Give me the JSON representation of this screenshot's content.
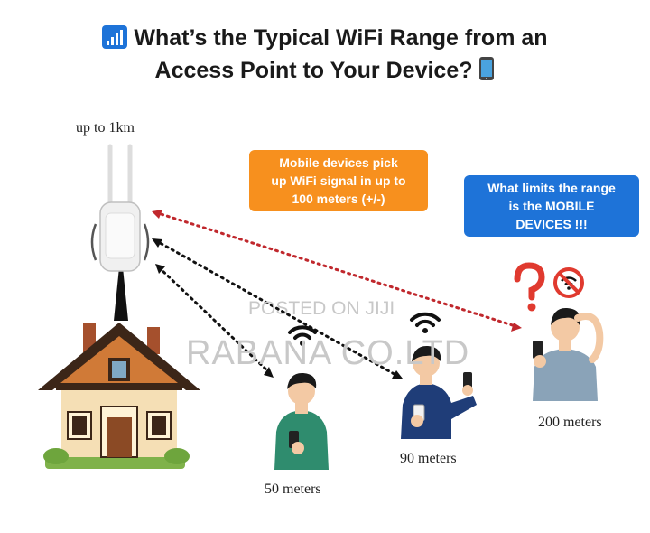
{
  "title": {
    "line1": "What’s the Typical WiFi Range from an",
    "line2": "Access Point to Your Device?"
  },
  "labels": {
    "ap_range": "up to 1km",
    "dist_50": "50 meters",
    "dist_90": "90 meters",
    "dist_200": "200 meters"
  },
  "callouts": {
    "orange": [
      "Mobile devices pick",
      "up WiFi signal in up to",
      "100 meters (+/-)"
    ],
    "blue": [
      "What limits the range",
      "is the MOBILE",
      "DEVICES !!!"
    ]
  },
  "watermark": {
    "line1": "POSTED ON JIJI",
    "line2": "RABANA CO.LTD"
  },
  "icons": [
    "signal-bars-icon",
    "mobile-phone-icon",
    "question-mark-icon",
    "no-wifi-icon",
    "wifi-icon"
  ],
  "colors": {
    "orange": "#f7901e",
    "blue": "#1e73d8",
    "red_dots": "#c0282d",
    "black_dots": "#111111"
  }
}
